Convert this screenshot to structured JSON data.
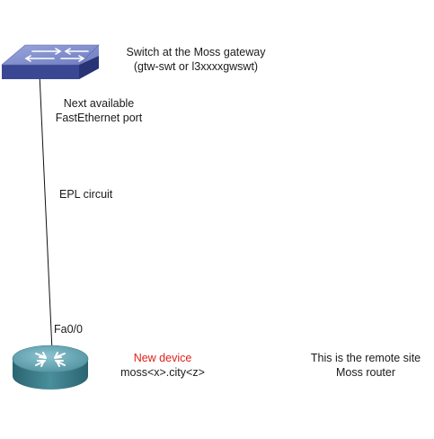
{
  "switch_label": {
    "line1": "Switch at the Moss gateway",
    "line2": "(gtw-swt or l3xxxxgwswt)"
  },
  "port_label": {
    "line1": "Next available",
    "line2": "FastEthernet port"
  },
  "circuit_label": "EPL circuit",
  "router_port_label": "Fa0/0",
  "new_device": {
    "title": "New device",
    "hostname": "moss<x>.city<z>"
  },
  "remote_site": {
    "line1": "This is the remote site",
    "line2": "Moss router"
  },
  "colors": {
    "switch_top": "#7b88c8",
    "switch_side": "#3c4a96",
    "router_top": "#5a9aa8",
    "router_side": "#2f6f7c",
    "link_line": "#111111",
    "new_device_text": "#e0201a"
  },
  "icons": {
    "switch": "workgroup-switch-icon",
    "router": "router-icon"
  }
}
